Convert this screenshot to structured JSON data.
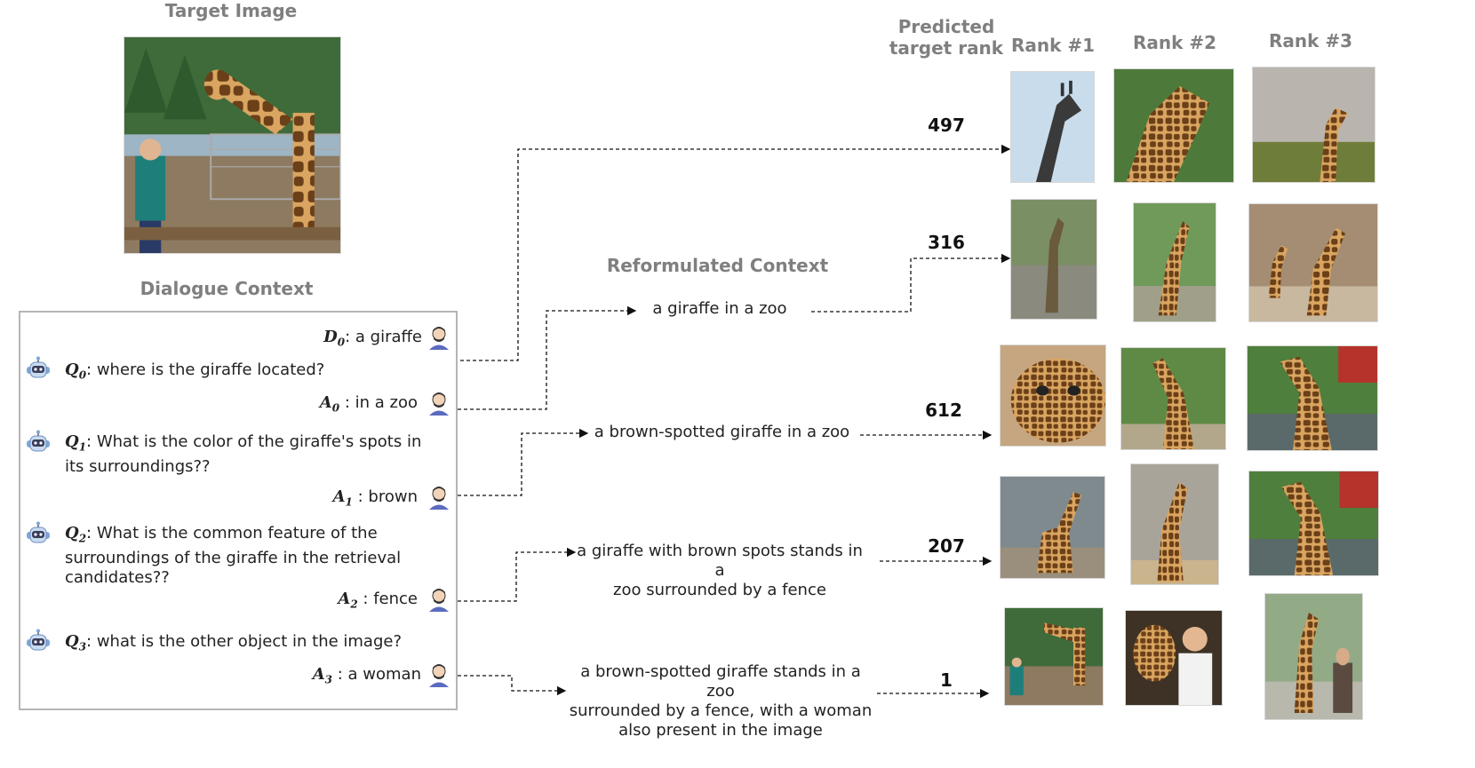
{
  "headings": {
    "target_image": "Target Image",
    "dialogue_context": "Dialogue Context",
    "reformulated_context": "Reformulated Context",
    "predicted_rank_line1": "Predicted",
    "predicted_rank_line2": "target rank",
    "rank1": "Rank #1",
    "rank2": "Rank #2",
    "rank3": "Rank #3"
  },
  "dialogue": {
    "d0": {
      "var": "D",
      "sub": "0",
      "text": ": a giraffe"
    },
    "q0": {
      "var": "Q",
      "sub": "0",
      "text": ": where is the giraffe located?"
    },
    "a0": {
      "var": "A",
      "sub": "0",
      "text": " : in a zoo"
    },
    "q1": {
      "var": "Q",
      "sub": "1",
      "text": ": What is the color of the giraffe's spots in",
      "text2": "its surroundings??"
    },
    "a1": {
      "var": "A",
      "sub": "1",
      "text": " : brown"
    },
    "q2": {
      "var": "Q",
      "sub": "2",
      "text": ": What is the common feature of the",
      "text2": "surroundings of the giraffe in the retrieval",
      "text3": "candidates??"
    },
    "a2": {
      "var": "A",
      "sub": "2",
      "text": " : fence"
    },
    "q3": {
      "var": "Q",
      "sub": "3",
      "text": ": what is the other object in the image?"
    },
    "a3": {
      "var": "A",
      "sub": "3",
      "text": " : a woman"
    }
  },
  "reformulated": {
    "r1": "a giraffe in a zoo",
    "r2": "a brown-spotted giraffe in a zoo",
    "r3_line1": "a giraffe with brown spots stands in a",
    "r3_line2": "zoo surrounded by a fence",
    "r4_line1": "a brown-spotted giraffe stands in a zoo",
    "r4_line2": "surrounded by a fence, with a woman",
    "r4_line3": "also present in the image"
  },
  "ranks": [
    "497",
    "316",
    "612",
    "207",
    "1"
  ],
  "colors": {
    "heading_gray": "#7f7f7f",
    "box_border": "#b5b5b5",
    "avatar_blue": "#5b6bbf",
    "robot_blue": "#7fa7d8"
  },
  "icons": {
    "user": "user-avatar-icon",
    "robot": "robot-avatar-icon"
  }
}
